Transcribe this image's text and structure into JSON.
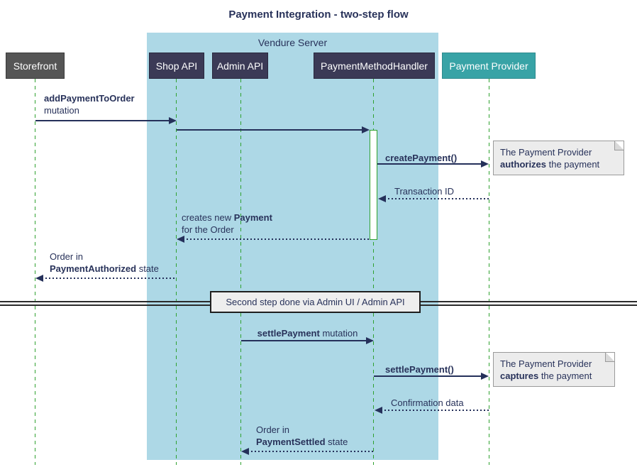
{
  "title": "Payment Integration - two-step flow",
  "frame": {
    "label": "Vendure Server"
  },
  "participants": {
    "storefront": "Storefront",
    "shop_api": "Shop API",
    "admin_api": "Admin API",
    "handler": "PaymentMethodHandler",
    "provider": "Payment Provider"
  },
  "messages": {
    "m1": {
      "bold": "addPaymentToOrder",
      "line2": "mutation"
    },
    "m3": {
      "bold": "createPayment()"
    },
    "m4": {
      "text": "Transaction ID"
    },
    "m5": {
      "pre": "creates new ",
      "bold": "Payment",
      "line2": "for the Order"
    },
    "m6": {
      "line1": "Order in",
      "bold": "PaymentAuthorized",
      "post": " state"
    },
    "m7": {
      "bold": "settlePayment",
      "post": " mutation"
    },
    "m8": {
      "bold": "settlePayment()"
    },
    "m9": {
      "text": "Confirmation data"
    },
    "m10": {
      "line1": "Order in",
      "bold": "PaymentSettled",
      "post": " state"
    }
  },
  "notes": {
    "authorize": {
      "line1": "The Payment Provider",
      "bold": "authorizes",
      "post": " the payment"
    },
    "capture": {
      "line1": "The Payment Provider",
      "bold": "captures",
      "post": " the payment"
    }
  },
  "divider": {
    "label": "Second step done via Admin UI / Admin API"
  },
  "colors": {
    "accent_navy": "#28325A",
    "arrow_navy": "#25305A",
    "participant_fill": "#3B3A56",
    "storefront_fill": "#555555",
    "provider_fill": "#38A3A6",
    "frame_fill": "#ADD8E6",
    "lifeline_green": "#2FA12F",
    "note_fill": "#ECECEC",
    "divider_fill": "#EEEEEE"
  }
}
